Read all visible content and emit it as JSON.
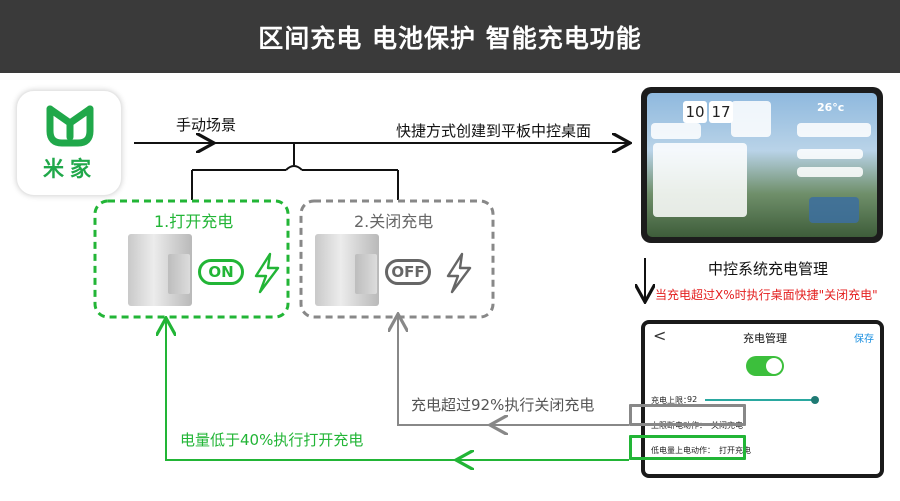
{
  "banner": {
    "title": "区间充电 电池保护 智能充电功能",
    "bg_color": "#3a3a3a"
  },
  "app_logo": {
    "name": "米家",
    "icon": "mijia-logo-icon",
    "color": "#20a84a"
  },
  "flow": {
    "manual_scene": "手动场景",
    "shortcut": "快捷方式创建到平板中控桌面"
  },
  "box_on": {
    "title": "1.打开充电",
    "pill": "ON",
    "color": "#22b536",
    "icon": "lightning-icon"
  },
  "box_off": {
    "title": "2.关闭充电",
    "pill": "OFF",
    "color": "#666666",
    "icon": "lightning-icon"
  },
  "tablet": {
    "clock_hour": "10",
    "clock_minute": "17",
    "temperature": "26°c"
  },
  "controller": {
    "title": "中控系统充电管理",
    "note": "当充电超过X%时执行桌面快捷\"关闭充电\"",
    "note_color": "#e41f1f"
  },
  "phone": {
    "back": "<",
    "title": "充电管理",
    "save": "保存",
    "toggle_on": true,
    "upper_limit_label": "充电上限：",
    "upper_limit_value": "92",
    "upper_limit_action_label": "上限断电动作：",
    "upper_limit_action_value": "关闭充电",
    "lower_limit_action_label": "低电量上电动作：",
    "lower_limit_action_value": "打开充电"
  },
  "arrows": {
    "over_92": "充电超过92%执行关闭充电",
    "below_40": "电量低于40%执行打开充电"
  }
}
